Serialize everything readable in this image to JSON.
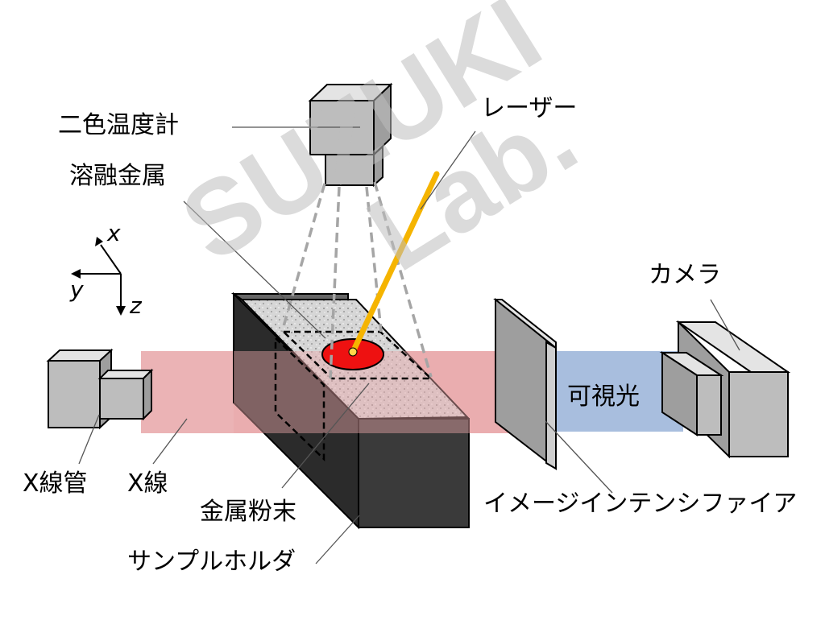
{
  "labels": {
    "pyrometer": "二色温度計",
    "laser": "レーザー",
    "molten_metal": "溶融金属",
    "camera": "カメラ",
    "visible_light": "可視光",
    "xray_tube": "X線管",
    "xray": "X線",
    "metal_powder": "金属粉末",
    "image_intensifier": "イメージインテンシファイア",
    "sample_holder": "サンプルホルダ"
  },
  "axes": {
    "x": "x",
    "y": "y",
    "z": "z"
  },
  "watermark": {
    "line1": "SUZUKI",
    "line2": "Lab."
  },
  "colors": {
    "xray_beam": "#e8a6a8",
    "visible_beam": "#a8bede",
    "laser": "#f5b400",
    "melt_pool": "#ee1111",
    "holder": "#3a3a3a",
    "device_gray": "#bdbdbd"
  }
}
